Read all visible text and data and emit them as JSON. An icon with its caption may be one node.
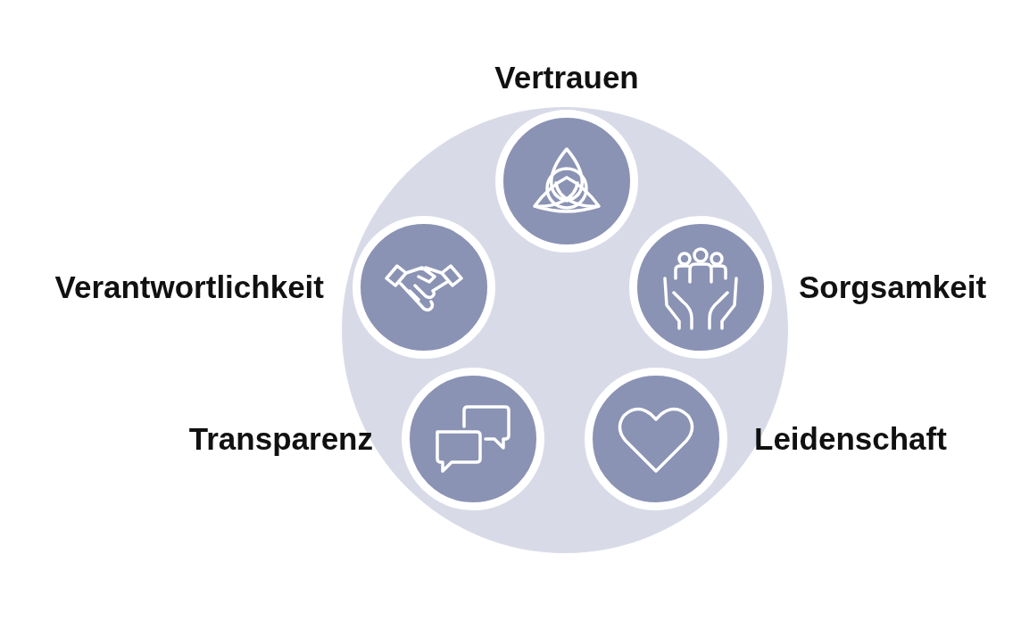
{
  "diagram": {
    "nodes": [
      {
        "text": [],
        "shape": "circle"
      },
      {
        "text": [
          "Vertrauen"
        ],
        "in": 0
      },
      {
        "text": [
          "Verantwortlichkeit"
        ],
        "in": 0
      },
      {
        "text": [
          "Sorgsamkeit"
        ],
        "in": 0
      },
      {
        "text": [
          "Transparenz"
        ],
        "in": 0
      },
      {
        "text": [
          "Leidenschaft"
        ],
        "in": 0
      }
    ],
    "edges": []
  }
}
